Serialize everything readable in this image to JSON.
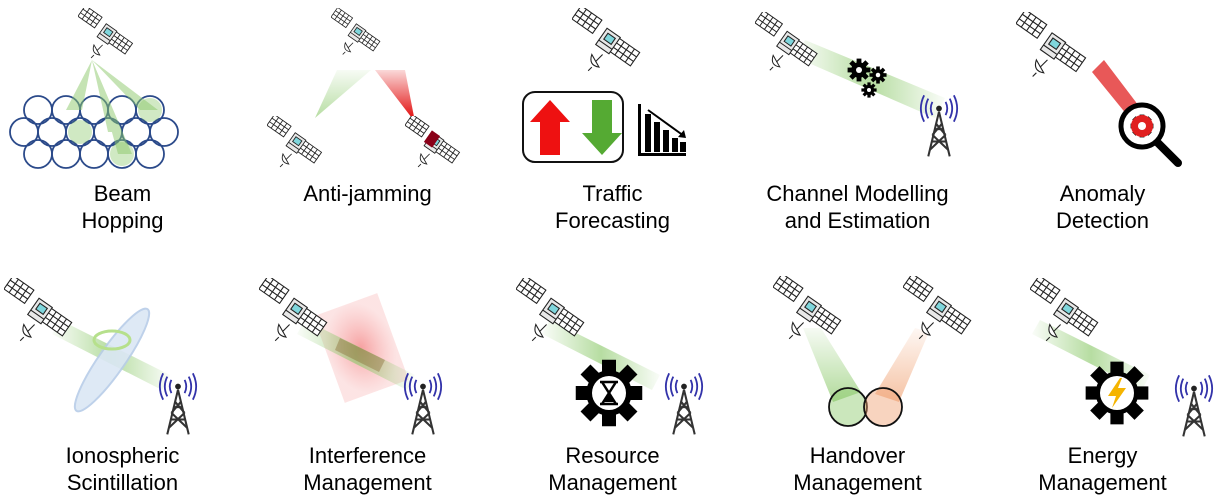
{
  "title": "",
  "items": [
    {
      "key": "beam-hopping",
      "line1": "Beam",
      "line2": "Hopping"
    },
    {
      "key": "anti-jamming",
      "line1": "Anti-jamming",
      "line2": ""
    },
    {
      "key": "traffic-forecasting",
      "line1": "Traffic",
      "line2": "Forecasting"
    },
    {
      "key": "channel-modelling",
      "line1": "Channel Modelling",
      "line2": "and Estimation"
    },
    {
      "key": "anomaly-detection",
      "line1": "Anomaly",
      "line2": "Detection"
    },
    {
      "key": "ionospheric-scintillation",
      "line1": "Ionospheric",
      "line2": "Scintillation"
    },
    {
      "key": "interference-management",
      "line1": "Interference",
      "line2": "Management"
    },
    {
      "key": "resource-management",
      "line1": "Resource",
      "line2": "Management"
    },
    {
      "key": "handover-management",
      "line1": "Handover",
      "line2": "Management"
    },
    {
      "key": "energy-management",
      "line1": "Energy",
      "line2": "Management"
    }
  ],
  "colors": {
    "beam_green": "#8cc96b",
    "jam_red": "#e00000",
    "up_arrow": "#ee1111",
    "down_arrow": "#55aa33",
    "radio_wave": "#3333aa",
    "interference_red": "#f08080",
    "handover_orange": "#f0a070",
    "lightning": "#f5b400"
  },
  "icons": [
    "satellite-icon",
    "ground-tower-icon",
    "gear-icon",
    "magnifier-icon",
    "hourglass-icon",
    "bar-chart-icon",
    "lightning-icon",
    "arrow-up-icon",
    "arrow-down-icon"
  ]
}
